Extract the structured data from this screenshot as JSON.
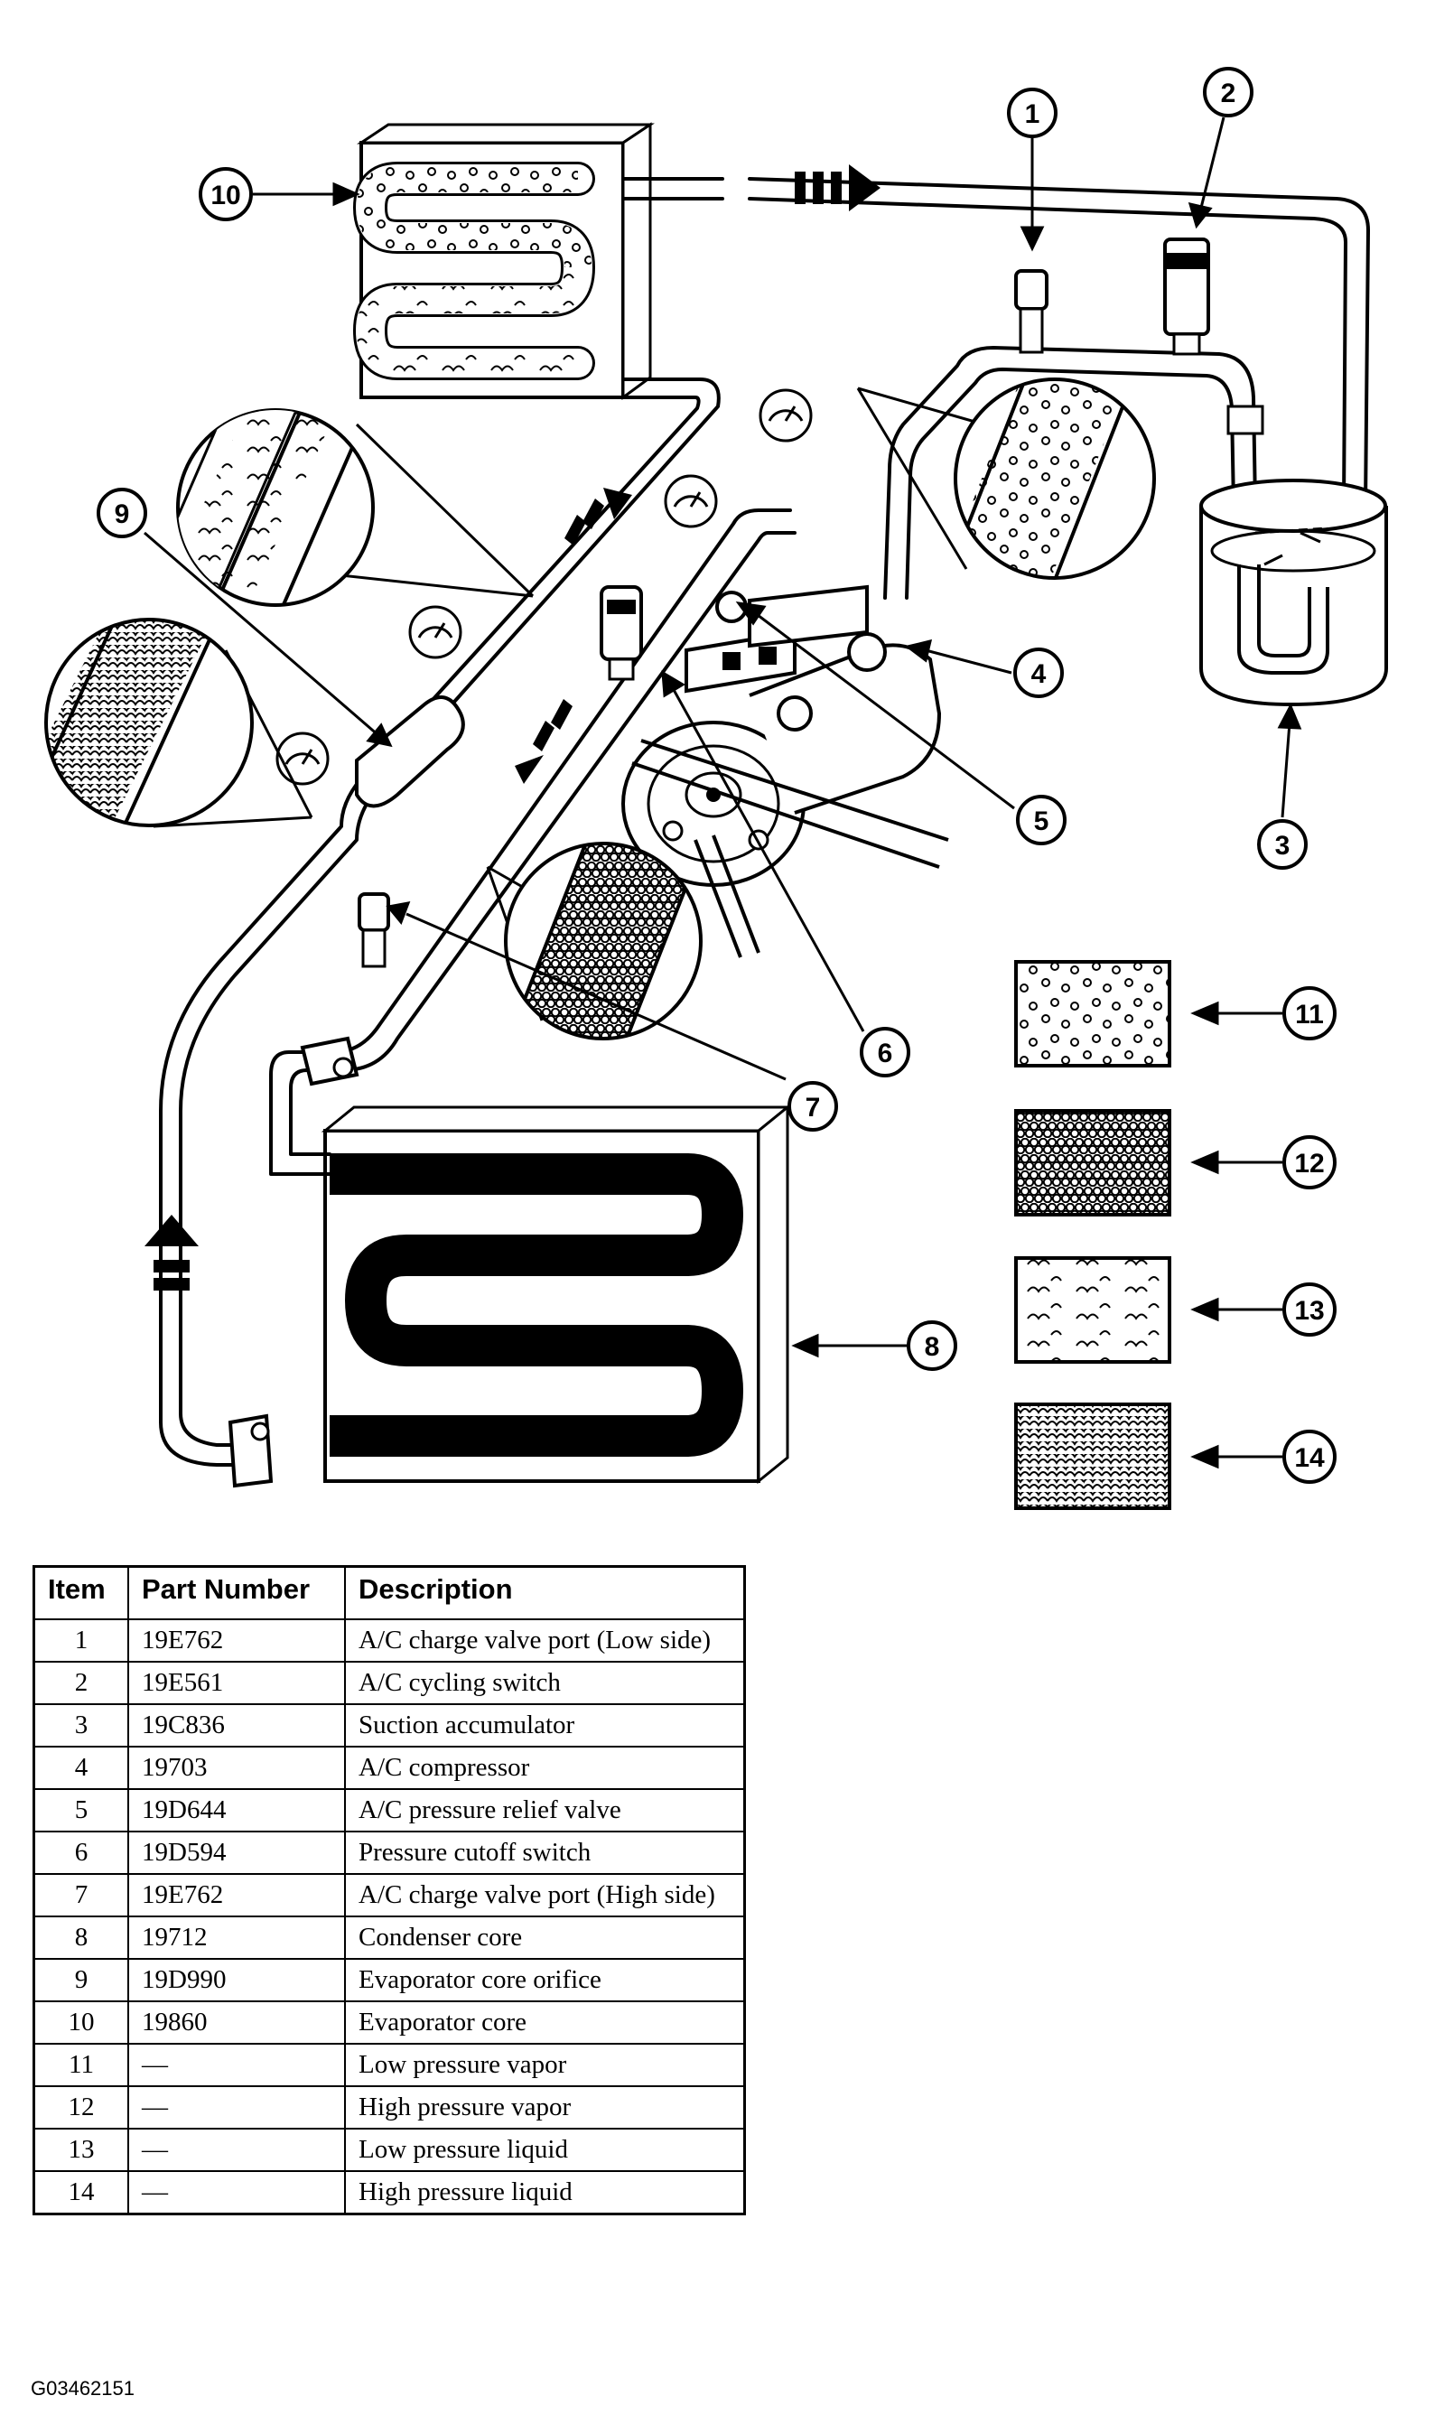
{
  "callouts": [
    "1",
    "2",
    "3",
    "4",
    "5",
    "6",
    "7",
    "8",
    "9",
    "10",
    "11",
    "12",
    "13",
    "14"
  ],
  "legend": [
    {
      "item": "11",
      "pattern": "low-pressure-vapor"
    },
    {
      "item": "12",
      "pattern": "high-pressure-vapor"
    },
    {
      "item": "13",
      "pattern": "low-pressure-liquid"
    },
    {
      "item": "14",
      "pattern": "high-pressure-liquid"
    }
  ],
  "table": {
    "headers": [
      "Item",
      "Part Number",
      "Description"
    ],
    "rows": [
      {
        "item": "1",
        "part": "19E762",
        "desc": "A/C charge valve port (Low side)"
      },
      {
        "item": "2",
        "part": "19E561",
        "desc": "A/C cycling switch"
      },
      {
        "item": "3",
        "part": "19C836",
        "desc": "Suction accumulator"
      },
      {
        "item": "4",
        "part": "19703",
        "desc": "A/C compressor"
      },
      {
        "item": "5",
        "part": "19D644",
        "desc": "A/C pressure relief valve"
      },
      {
        "item": "6",
        "part": "19D594",
        "desc": "Pressure cutoff switch"
      },
      {
        "item": "7",
        "part": "19E762",
        "desc": "A/C charge valve port (High side)"
      },
      {
        "item": "8",
        "part": "19712",
        "desc": "Condenser core"
      },
      {
        "item": "9",
        "part": "19D990",
        "desc": "Evaporator core orifice"
      },
      {
        "item": "10",
        "part": "19860",
        "desc": "Evaporator core"
      },
      {
        "item": "11",
        "part": "—",
        "desc": "Low pressure vapor"
      },
      {
        "item": "12",
        "part": "—",
        "desc": "High pressure vapor"
      },
      {
        "item": "13",
        "part": "—",
        "desc": "Low pressure liquid"
      },
      {
        "item": "14",
        "part": "—",
        "desc": "High pressure liquid"
      }
    ]
  },
  "figure_id": "G03462151"
}
